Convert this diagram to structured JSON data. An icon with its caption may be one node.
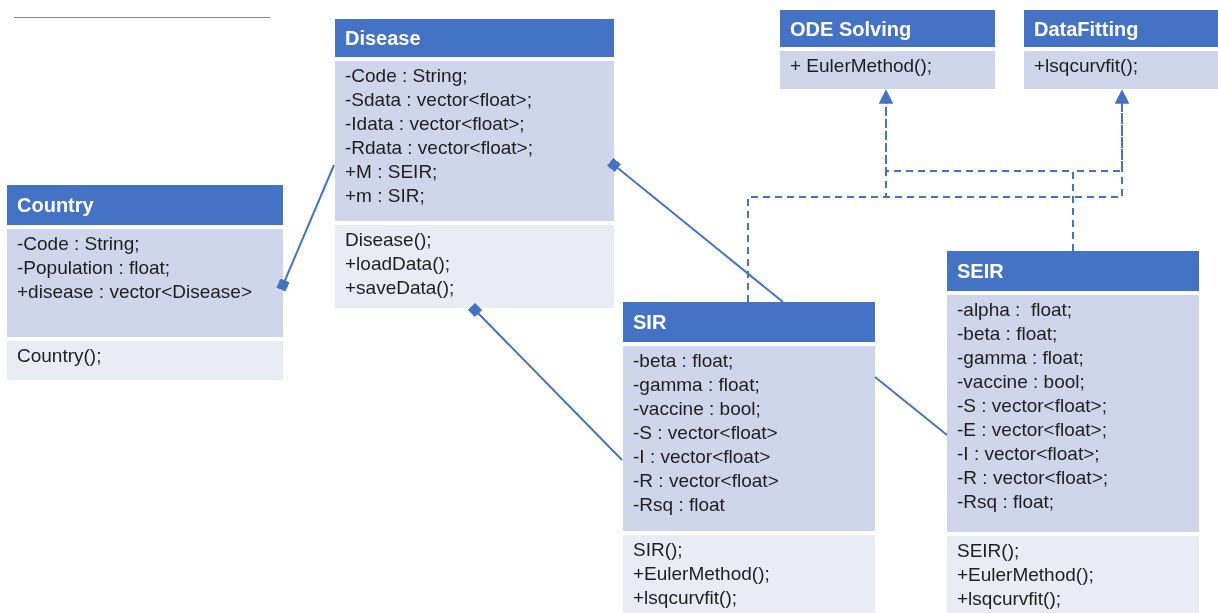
{
  "diagram": {
    "nodes": [
      {
        "text": [
          "Country"
        ]
      },
      {
        "text": [
          "-Code : String;",
          "-Population : float;",
          "+disease : vector<Disease>"
        ],
        "in": 0
      },
      {
        "text": [
          "Country();"
        ],
        "in": 0
      },
      {
        "text": [
          "Disease"
        ]
      },
      {
        "text": [
          "-Code : String;",
          "-Sdata : vector<float>;",
          "-Idata : vector<float>;",
          "-Rdata : vector<float>;",
          "+M : SEIR;",
          "+m : SIR;"
        ],
        "in": 3
      },
      {
        "text": [
          "Disease();",
          "+loadData();",
          "+saveData();"
        ],
        "in": 3
      },
      {
        "text": [
          "ODE Solving"
        ]
      },
      {
        "text": [
          "+ EulerMethod();"
        ],
        "in": 6
      },
      {
        "text": [
          "DataFitting"
        ]
      },
      {
        "text": [
          "+lsqcurvfit();"
        ],
        "in": 8
      },
      {
        "text": [
          "SIR"
        ]
      },
      {
        "text": [
          "-beta : float;",
          "-gamma : float;",
          "-vaccine : bool;",
          "-S : vector<float>",
          "-I : vector<float>",
          "-R : vector<float>",
          "-Rsq : float"
        ],
        "in": 10
      },
      {
        "text": [
          "SIR();",
          "+EulerMethod();",
          "+lsqcurvfit();"
        ],
        "in": 10
      },
      {
        "text": [
          "SEIR"
        ]
      },
      {
        "text": [
          "-alpha :  float;",
          "-beta : float;",
          "-gamma : float;",
          "-vaccine : bool;",
          "-S : vector<float>;",
          "-E : vector<float>;",
          "-I : vector<float>;",
          "-R : vector<float>;",
          "-Rsq : float;"
        ],
        "in": 13
      },
      {
        "text": [
          "SEIR();",
          "+EulerMethod();",
          "+lsqcurvfit();"
        ],
        "in": 13
      }
    ],
    "edges": [
      {
        "from": 3,
        "to": 0,
        "arrow": "other"
      },
      {
        "from": 10,
        "to": 3,
        "arrow": "other"
      },
      {
        "from": 10,
        "to": 3,
        "arrow": "other"
      },
      {
        "from": 10,
        "to": 6,
        "arrow": "to",
        "style": "dashed"
      },
      {
        "from": 10,
        "to": 8,
        "arrow": "to",
        "style": "dashed"
      },
      {
        "from": 13,
        "to": 6,
        "arrow": "to",
        "style": "dashed"
      },
      {
        "from": 13,
        "to": 8,
        "arrow": "to",
        "style": "dashed"
      },
      {
        "from": 10,
        "to": 13,
        "arrow": "none"
      }
    ]
  }
}
